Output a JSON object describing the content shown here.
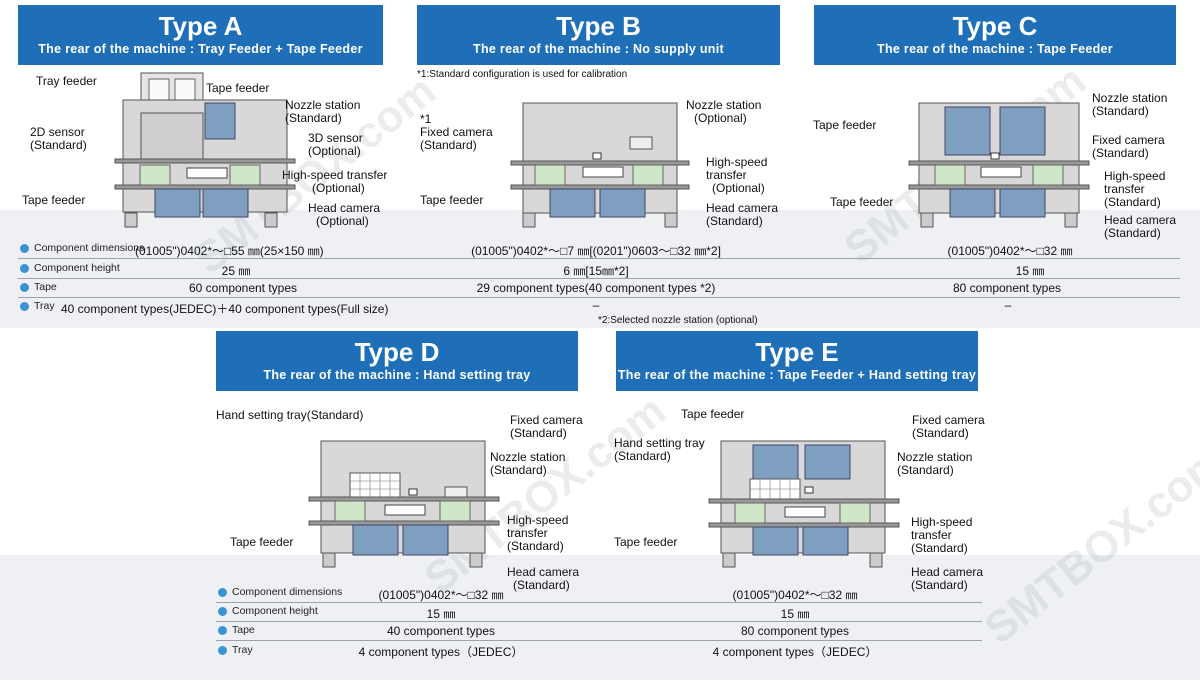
{
  "watermark": "SMTBOX.com",
  "colors": {
    "header_bg": "#1f6fb8",
    "bullet": "#3b93d6",
    "board_green": "#cfe7c6",
    "feeder_blue": "#7f9fc0"
  },
  "types": {
    "a": {
      "title": "Type A",
      "subtitle": "The rear of the machine : Tray Feeder + Tape Feeder",
      "labels": {
        "tray_feeder": "Tray feeder",
        "tape_feeder_top": "Tape feeder",
        "nozzle": "Nozzle station",
        "nozzle_sub": "(Standard)",
        "sensor2d": "2D sensor",
        "sensor2d_sub": "(Standard)",
        "sensor3d": "3D sensor",
        "sensor3d_sub": "(Optional)",
        "hst": "High-speed transfer",
        "hst_sub": "(Optional)",
        "tape_feeder": "Tape feeder",
        "headcam": "Head camera",
        "headcam_sub": "(Optional)"
      }
    },
    "b": {
      "title": "Type B",
      "subtitle": "The rear of the machine : No supply unit",
      "note": "*1:Standard configuration is used for calibration",
      "labels": {
        "star1": "*1",
        "fixed": "Fixed camera",
        "fixed_sub": "(Standard)",
        "nozzle": "Nozzle station",
        "nozzle_sub": "(Optional)",
        "hst1": "High-speed",
        "hst2": "transfer",
        "hst_sub": "(Optional)",
        "tape_feeder": "Tape feeder",
        "headcam": "Head camera",
        "headcam_sub": "(Standard)"
      }
    },
    "c": {
      "title": "Type C",
      "subtitle": "The rear of the machine : Tape Feeder",
      "labels": {
        "tape_feeder_top": "Tape feeder",
        "nozzle": "Nozzle station",
        "nozzle_sub": "(Standard)",
        "fixed": "Fixed camera",
        "fixed_sub": "(Standard)",
        "hst1": "High-speed",
        "hst2": "transfer",
        "hst_sub": "(Standard)",
        "tape_feeder": "Tape feeder",
        "headcam": "Head camera",
        "headcam_sub": "(Standard)"
      }
    },
    "d": {
      "title": "Type D",
      "subtitle": "The rear of the machine : Hand setting tray",
      "labels": {
        "hand_tray": "Hand setting tray(Standard)",
        "fixed": "Fixed camera",
        "fixed_sub": "(Standard)",
        "nozzle": "Nozzle station",
        "nozzle_sub": "(Standard)",
        "hst1": "High-speed",
        "hst2": "transfer",
        "hst_sub": "(Standard)",
        "tape_feeder": "Tape feeder",
        "headcam": "Head camera",
        "headcam_sub": "(Standard)"
      }
    },
    "e": {
      "title": "Type E",
      "subtitle": "The rear of the machine : Tape Feeder + Hand setting tray",
      "labels": {
        "tape_feeder_top": "Tape feeder",
        "hand_tray": "Hand setting tray",
        "hand_tray_sub": "(Standard)",
        "fixed": "Fixed camera",
        "fixed_sub": "(Standard)",
        "nozzle": "Nozzle station",
        "nozzle_sub": "(Standard)",
        "hst1": "High-speed",
        "hst2": "transfer",
        "hst_sub": "(Standard)",
        "tape_feeder": "Tape feeder",
        "headcam": "Head camera",
        "headcam_sub": "(Standard)"
      }
    }
  },
  "spec_top": {
    "row_labels": {
      "dims": "Component dimensions",
      "height": "Component height",
      "tape": "Tape",
      "tray": "Tray"
    },
    "a": {
      "dims": "(01005\")0402*～□55 ㎜(25×150 ㎜)",
      "height": "25 ㎜",
      "tape": "60 component types",
      "tray": "40 component types(JEDEC)＋40 component types(Full size)"
    },
    "b": {
      "dims": "(01005\")0402*～□7 ㎜[(0201\")0603～□32 ㎜*2]",
      "height": "6 ㎜[15㎜*2]",
      "tape": "29 component types(40 component types *2)",
      "tray": "–"
    },
    "c": {
      "dims": "(01005\")0402*～□32 ㎜",
      "height": "15 ㎜",
      "tape": "80 component types",
      "tray": "–"
    },
    "note2": "*2:Selected nozzle station (optional)"
  },
  "spec_bottom": {
    "row_labels": {
      "dims": "Component dimensions",
      "height": "Component height",
      "tape": "Tape",
      "tray": "Tray"
    },
    "d": {
      "dims": "(01005\")0402*～□32 ㎜",
      "height": "15 ㎜",
      "tape": "40 component types",
      "tray": "4 component types（JEDEC）"
    },
    "e": {
      "dims": "(01005\")0402*～□32 ㎜",
      "height": "15 ㎜",
      "tape": "80 component types",
      "tray": "4 component types（JEDEC）"
    }
  }
}
